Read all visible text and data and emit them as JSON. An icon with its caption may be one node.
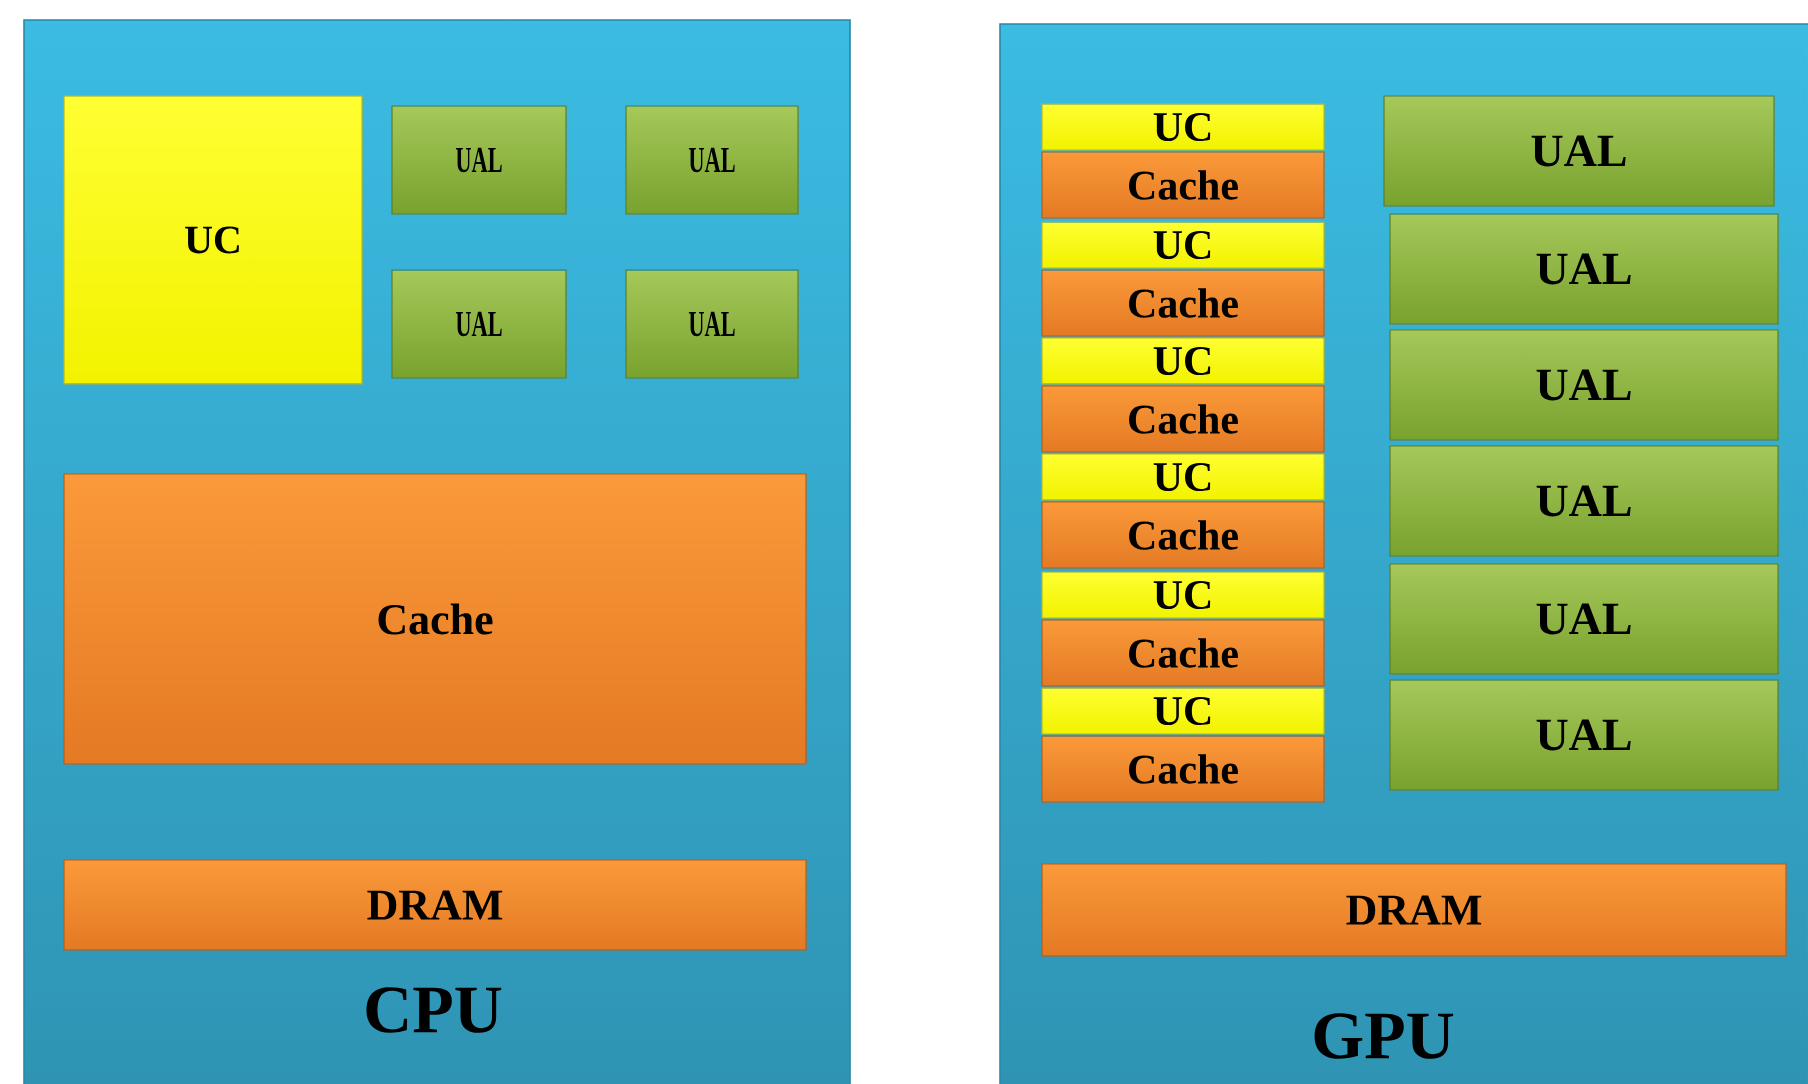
{
  "diagram": {
    "nodes": [
      {
        "text": [
          "CPU"
        ]
      },
      {
        "text": [
          "UC"
        ],
        "in": 0
      },
      {
        "text": [
          "UAL"
        ],
        "in": 0
      },
      {
        "text": [
          "UAL"
        ],
        "in": 0
      },
      {
        "text": [
          "UAL"
        ],
        "in": 0
      },
      {
        "text": [
          "UAL"
        ],
        "in": 0
      },
      {
        "text": [
          "Cache"
        ],
        "in": 0
      },
      {
        "text": [
          "DRAM"
        ],
        "in": 0
      },
      {
        "text": [
          "GPU"
        ]
      },
      {
        "text": [
          "UC"
        ],
        "in": 8
      },
      {
        "text": [
          "Cache"
        ],
        "in": 8
      },
      {
        "text": [
          "UAL"
        ],
        "in": 8
      },
      {
        "text": [
          "UC"
        ],
        "in": 8
      },
      {
        "text": [
          "Cache"
        ],
        "in": 8
      },
      {
        "text": [
          "UAL"
        ],
        "in": 8
      },
      {
        "text": [
          "UC"
        ],
        "in": 8
      },
      {
        "text": [
          "Cache"
        ],
        "in": 8
      },
      {
        "text": [
          "UAL"
        ],
        "in": 8
      },
      {
        "text": [
          "UC"
        ],
        "in": 8
      },
      {
        "text": [
          "Cache"
        ],
        "in": 8
      },
      {
        "text": [
          "UAL"
        ],
        "in": 8
      },
      {
        "text": [
          "UC"
        ],
        "in": 8
      },
      {
        "text": [
          "Cache"
        ],
        "in": 8
      },
      {
        "text": [
          "UAL"
        ],
        "in": 8
      },
      {
        "text": [
          "UC"
        ],
        "in": 8
      },
      {
        "text": [
          "Cache"
        ],
        "in": 8
      },
      {
        "text": [
          "UAL"
        ],
        "in": 8
      },
      {
        "text": [
          "DRAM"
        ],
        "in": 8
      }
    ]
  }
}
